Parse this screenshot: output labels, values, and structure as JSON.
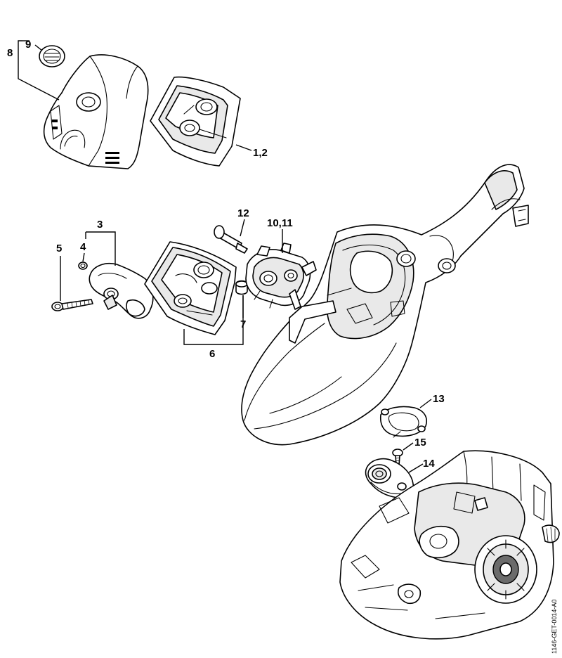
{
  "callouts": {
    "c1_2": "1,2",
    "c3": "3",
    "c4": "4",
    "c5": "5",
    "c6": "6",
    "c7": "7",
    "c8": "8",
    "c9": "9",
    "c10_11": "10,11",
    "c12": "12",
    "c13": "13",
    "c14": "14",
    "c15": "15"
  },
  "drawing_code": "1146-GET-0014-A0"
}
